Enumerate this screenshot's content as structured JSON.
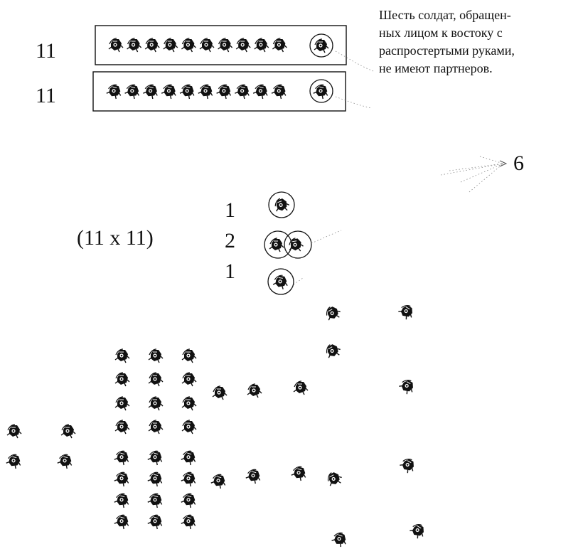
{
  "note": {
    "lines": [
      "Шесть солдат, обращен-",
      "ных лицом к востоку с",
      "распростертыми руками,",
      "не имеют партнеров."
    ]
  },
  "rows": {
    "top_count": "11",
    "bottom_count": "11"
  },
  "arrow_label": "6",
  "center": {
    "multiplication": "(11 x 11)",
    "counts": [
      "1",
      "2",
      "1"
    ]
  },
  "colors": {
    "ink": "#111111",
    "ray": "#888888",
    "background": "#ffffff"
  },
  "icons": {
    "soldier": "soldier-figure-icon",
    "ring": "highlight-ring-icon"
  }
}
